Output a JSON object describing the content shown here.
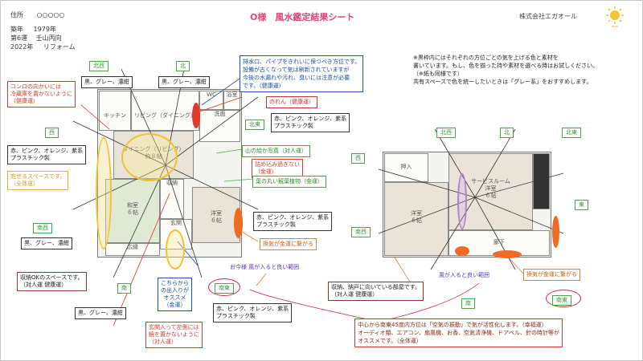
{
  "header": {
    "address_label": "住所",
    "address_value": "○○○○○",
    "year_label": "築年",
    "year_value": "1979年",
    "unkun_label": "第6運",
    "unkun_value": "壬山丙向",
    "reform_year": "2022年",
    "reform_label": "リフォーム",
    "title": "O様　風水鑑定結果シート",
    "company": "株式会社エガオール"
  },
  "left_boxes": {
    "stove": "コンロの向かいには\n冷蔵庫を置かないように\n（健康運）",
    "colors_nw": "黒、グレー、濃紺",
    "colors_n": "黒、グレー、濃紺",
    "water": "排水口、パイプをきれいに保つべき方位です。\n設備が古くなって気は刷新されていますが\n今後の水漏れや汚れ、臭いには注意が必要\nです。（健康運）",
    "noren": "のれん（健康運）",
    "colors_ne": "赤、ピンク、オレンジ、紫系\nプラスチック製",
    "mountain": "山の絵か写真（対人運）",
    "no_sink": "詰め込み過ぎない\n（金運）",
    "round_plant": "葉の丸い観葉植物（金運）",
    "colors_w": "赤、ピンク、オレンジ、紫系\nプラスチック製",
    "space": "宛ぜるスペースです。\n（全体運）",
    "colors_sw": "黒、グレー、濃紺",
    "colors_e": "赤、ピンク、オレンジ、紫系\nプラスチック製",
    "vent": "換気が金運に繋がる",
    "wind": "お今様 風が入ると良い範囲",
    "storage": "収納OKのスペースです。\n（対人運 健康運）",
    "entrance_best": "こちらから\nの出入りが\nオススメ\n（金運）",
    "colors_s": "黒、グレー、濃紺",
    "entrance": "玄関入って左側には\n鏡を置かないように\n（対人運）",
    "colors_se": "赤、ピンク、オレンジ、紫系\nプラスチック製"
  },
  "right_notes": {
    "note1": "※黒枠内にはそれぞれの方位ごとの気を上げる色と素材を",
    "note2": "書いています。もし、色を揃った持や素材を選べる時はお試しください。",
    "note3": "（※紙も同様です）",
    "note4": "共有スペースで色を統一したいときは「グレー系」をおすすめします。",
    "storage_room": "収納、納戸に向いている部屋です。\n（対人運 健康運）",
    "wind2": "風が入ると良い範囲",
    "vent2": "換気が金運に繋がる",
    "bottom": "中心から南東45度内方位は「空気の振動」で気が活性化します。（幸福運）\nオーディオ類、エアコン、扇風機、お香、空気清浄機、ドアベル、針の時計等が\nオススメです。（全体運）"
  },
  "directions_left": {
    "nw": "北西",
    "n": "北",
    "ne": "北東",
    "w": "西",
    "sw": "南西",
    "s": "南",
    "se": "南東"
  },
  "directions_right": {
    "nw": "北西",
    "n": "北",
    "ne": "北東",
    "w": "西",
    "sw": "南西",
    "s": "南",
    "se": "南東",
    "e": "東"
  },
  "rooms_left": {
    "kitchen": "キッチン",
    "living": "リビング（ダイニング）",
    "dining": "ダイニング（リビング）\n約８帖",
    "washitsu": "和室\n６帖",
    "youshitsu": "洋室\n６帖",
    "genkan": "玄関",
    "wc": "WC",
    "bath": "浴室",
    "washroom": "洗面",
    "hiroen": "広縁",
    "storage": "収納"
  },
  "rooms_right": {
    "oshiire": "押入",
    "service": "サービスルーム\n洋室\n６帖",
    "youshitsu": "洋室\n６帖",
    "rouka": "廊下"
  },
  "colors": {
    "accent": "#e0457b",
    "green": "#4aa84a",
    "orange": "#f06a24",
    "red": "#e23a2a",
    "blue": "#1d4fa3"
  }
}
